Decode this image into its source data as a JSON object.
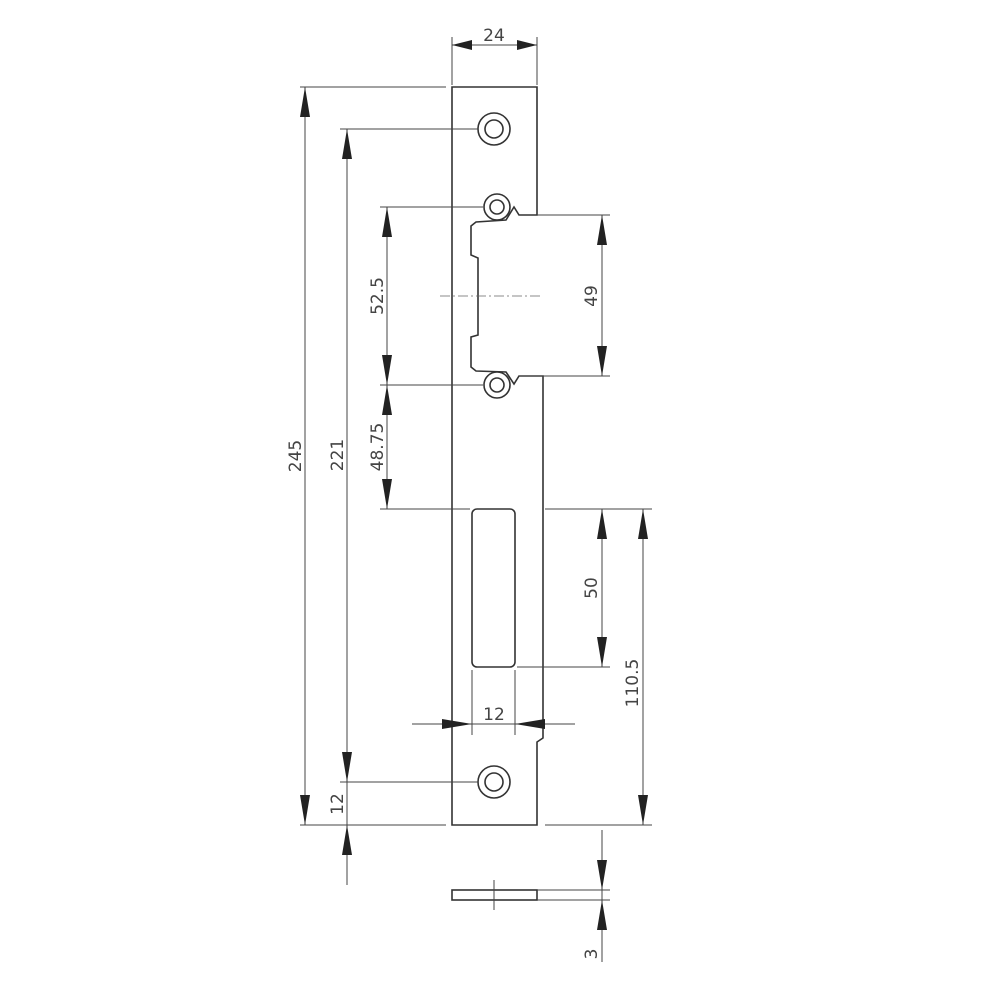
{
  "dimensions": {
    "width_top": "24",
    "total_height": "245",
    "hole_spacing": "221",
    "upper_hole_gap": "52.5",
    "hole_to_slot": "48.75",
    "latch_opening": "49",
    "slot_height": "50",
    "slot_to_bottom": "110.5",
    "slot_width": "12",
    "bottom_offset": "12",
    "thickness": "3"
  },
  "colors": {
    "line": "#444444",
    "outline": "#333333",
    "arrow": "#222222",
    "background": "#ffffff"
  }
}
